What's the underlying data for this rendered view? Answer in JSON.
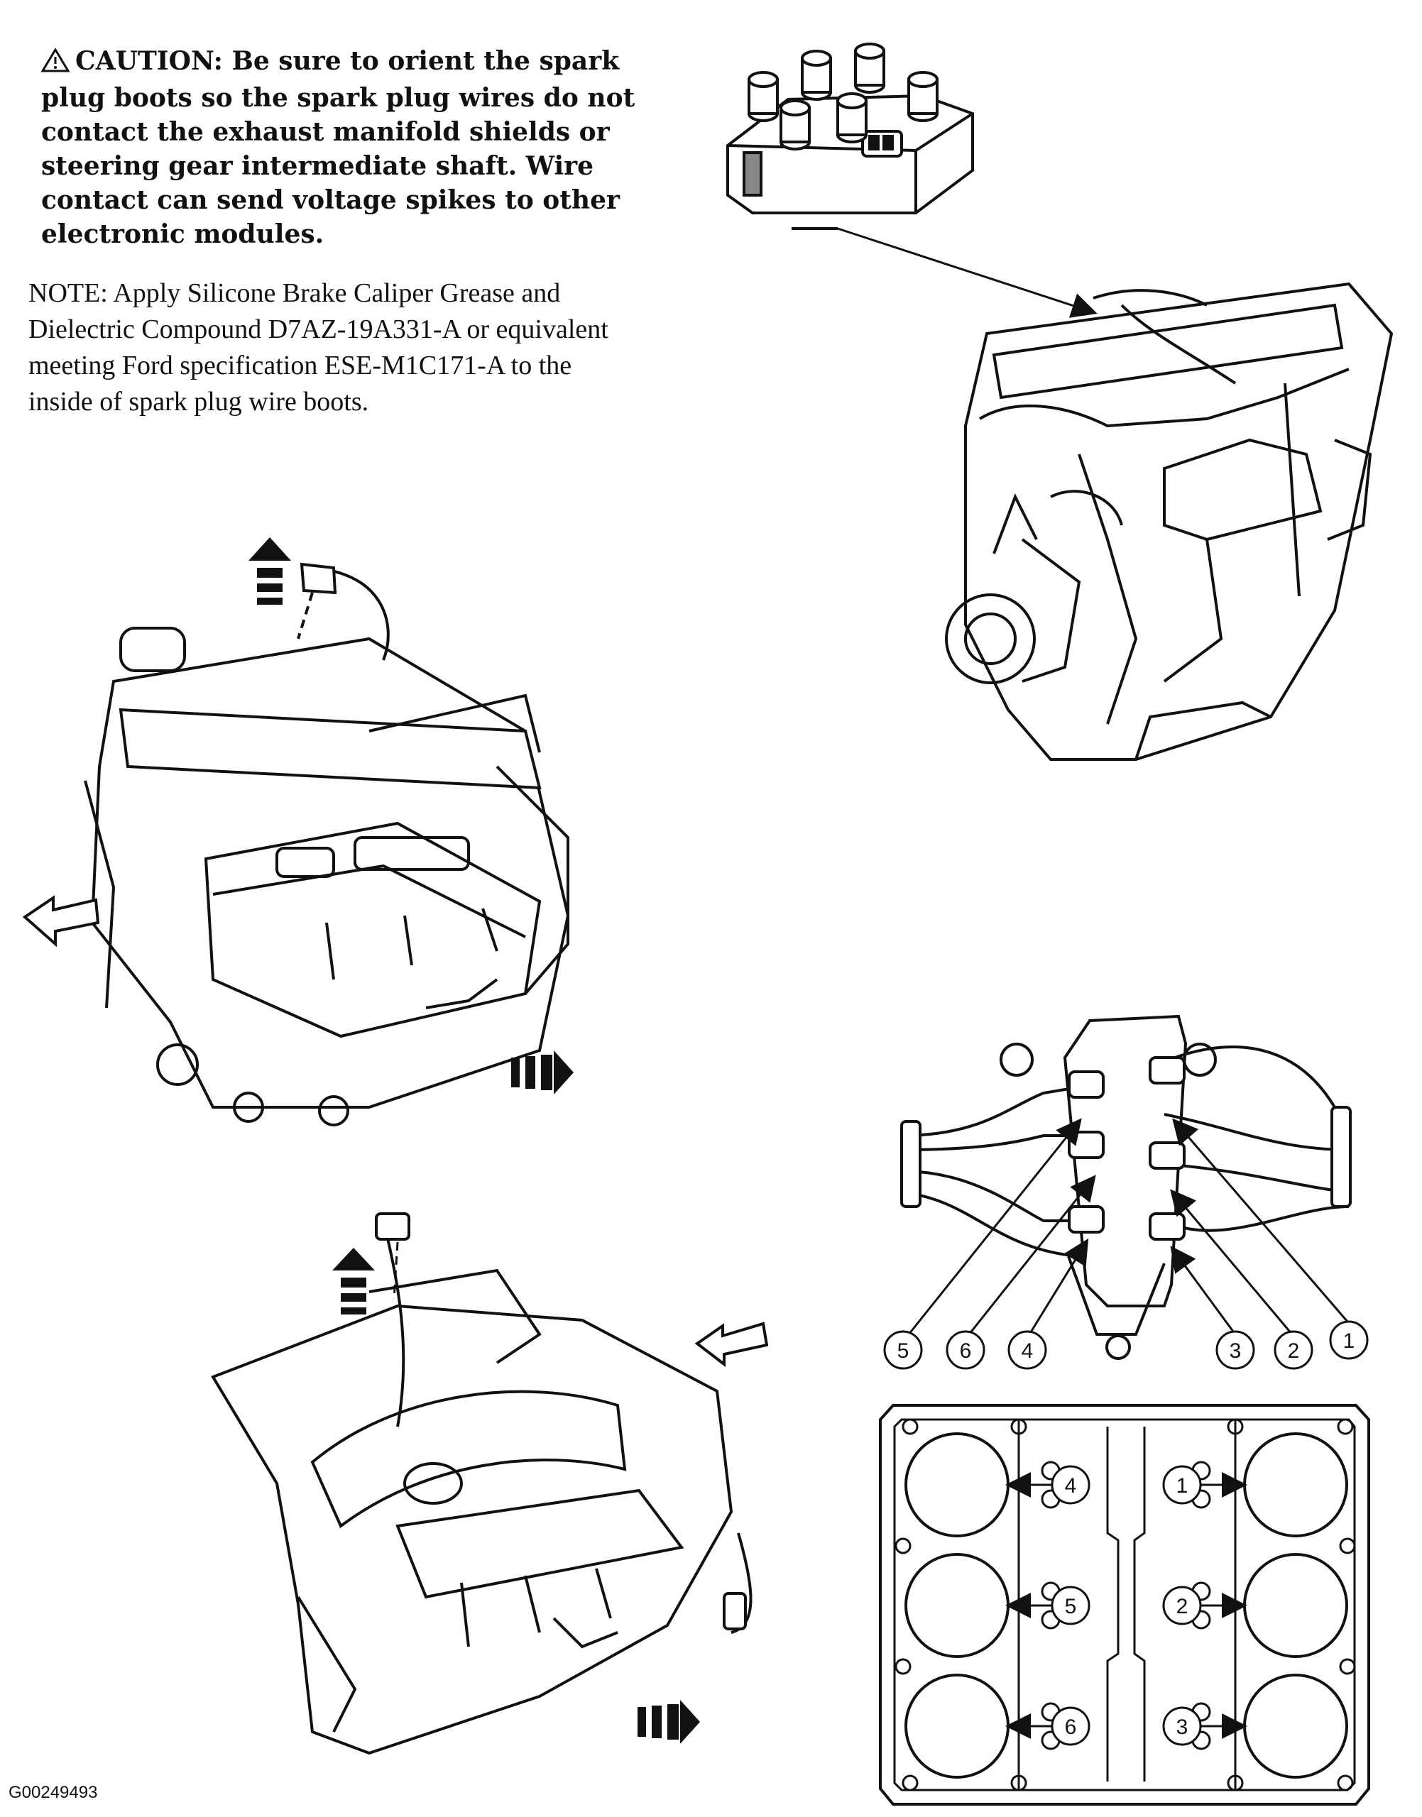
{
  "caution": {
    "label": "CAUTION:",
    "text": "Be sure to orient the spark plug boots so the spark plug wires do not contact the exhaust manifold shields or steering gear intermediate shaft. Wire contact can send voltage spikes to other electronic modules."
  },
  "note": {
    "text": "NOTE: Apply Silicone Brake Caliper Grease and Dielectric Compound D7AZ-19A331-A or equivalent meeting Ford specification ESE-M1C171-A to the inside of spark plug wire boots."
  },
  "firing_diagram": {
    "callouts": [
      "5",
      "6",
      "4",
      "3",
      "2",
      "1"
    ]
  },
  "cylinder_diagram": {
    "left_bank": [
      "4",
      "5",
      "6"
    ],
    "right_bank": [
      "1",
      "2",
      "3"
    ]
  },
  "figure_id": "G00249493"
}
